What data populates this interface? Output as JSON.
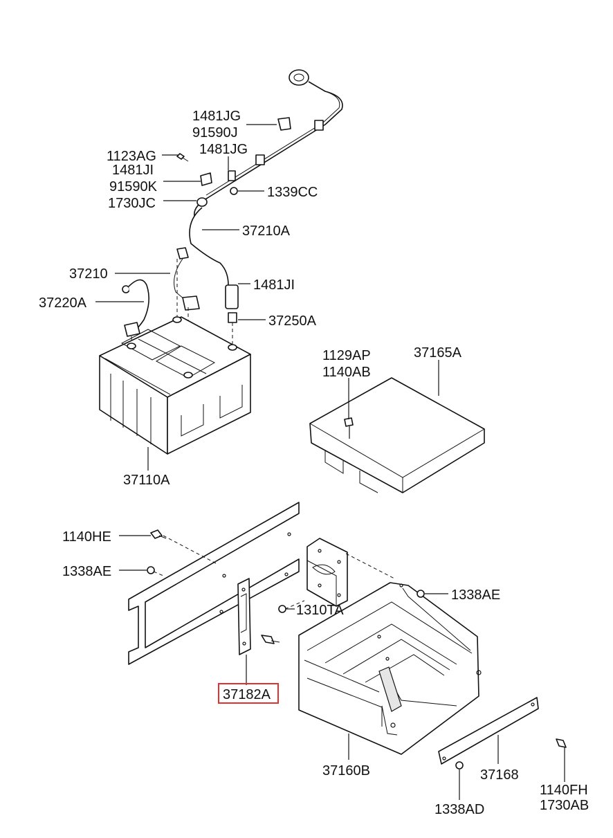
{
  "highlighted_part": "37182A",
  "colors": {
    "line": "#111111",
    "highlight": "#e03030",
    "background": "#ffffff"
  },
  "labels": {
    "p1481JG_a": "1481JG",
    "p91590J": "91590J",
    "p1123AG": "1123AG",
    "p1481JG_b": "1481JG",
    "p1481JI_a": "1481JI",
    "p91590K": "91590K",
    "p1730JC": "1730JC",
    "p1339CC": "1339CC",
    "p37210A": "37210A",
    "p37210": "37210",
    "p37220A": "37220A",
    "p1481JI_b": "1481JI",
    "p37250A": "37250A",
    "p1129AP": "1129AP",
    "p1140AB": "1140AB",
    "p37165A": "37165A",
    "p37110A": "37110A",
    "p1140HE": "1140HE",
    "p1338AE_a": "1338AE",
    "p1338AE_b": "1338AE",
    "p1310TA": "1310TA",
    "p37182A": "37182A",
    "p37160B": "37160B",
    "p37168": "37168",
    "p1338AD": "1338AD",
    "p1140FH": "1140FH",
    "p1730AB": "1730AB"
  }
}
